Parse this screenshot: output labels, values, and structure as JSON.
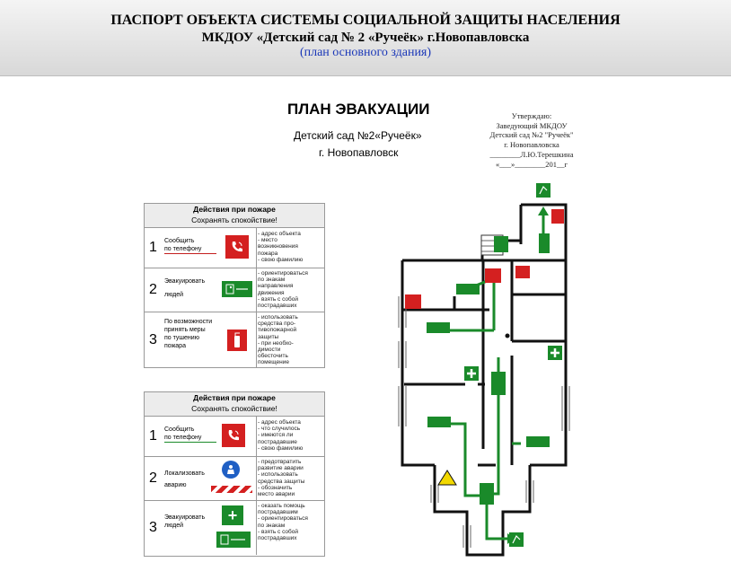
{
  "header": {
    "line1": "ПАСПОРТ ОБЪЕКТА СИСТЕМЫ СОЦИАЛЬНОЙ ЗАЩИТЫ НАСЕЛЕНИЯ",
    "line2": "МКДОУ «Детский сад № 2 «Ручеёк» г.Новопавловска",
    "line3": "(план основного здания)"
  },
  "plan": {
    "title": "ПЛАН ЭВАКУАЦИИ",
    "subtitle1": "Детский сад №2«Ручеёк»",
    "subtitle2": "г. Новопавловск"
  },
  "approval": {
    "l1": "Утверждаю:",
    "l2": "Заведующий МКДОУ",
    "l3": "Детский сад  №2 \"Ручеёк\"",
    "l4": "г. Новопавловска",
    "l5": "________Л.Ю.Терешкина",
    "l6": "«___»________201__г"
  },
  "panel1": {
    "title": "Действия при пожаре",
    "subtitle": "Сохранять спокойствие!",
    "rows": [
      {
        "num": "1",
        "l1": "Сообщить",
        "l2": "по телефону",
        "icon": "phone-icon",
        "d": [
          "- адрес объекта",
          "- место",
          "  возникновения",
          "  пожара",
          "- свою фамилию"
        ]
      },
      {
        "num": "2",
        "l1": "Эвакуировать",
        "l2": "людей",
        "icon": "exit-icon",
        "d": [
          "- ориентироваться",
          "  по знакам",
          "  направления",
          "  движения",
          "- взять с собой",
          "  пострадавших"
        ]
      },
      {
        "num": "3",
        "l1": "По возможности",
        "l2": "принять меры",
        "l3": "по тушению",
        "l4": "пожара",
        "icon": "extinguisher-icon",
        "d": [
          "- использовать",
          "  средства про-",
          "  тивопожарной",
          "  защиты",
          "- при необхо-",
          "  димости",
          "  обесточить",
          "  помещение"
        ]
      }
    ]
  },
  "panel2": {
    "title": "Действия при пожаре",
    "subtitle": "Сохранять спокойствие!",
    "rows": [
      {
        "num": "1",
        "l1": "Сообщить",
        "l2": "по телефону",
        "icon": "phone-icon",
        "d": [
          "- адрес объекта",
          "- что случилось",
          "- имеются ли",
          "  пострадавшие",
          "- свою фамилию"
        ]
      },
      {
        "num": "2",
        "l1": "Локализовать",
        "l2": "аварию",
        "icon": "protective-suit-icon",
        "d": [
          "- предотвратить",
          "  развитие аварии",
          "- использовать",
          "  средства защиты",
          "- обозначить",
          "  место аварии"
        ]
      },
      {
        "num": "3",
        "l1": "Эвакуировать",
        "l2": "людей",
        "icon": "first-aid-icon",
        "d": [
          "- оказать помощь",
          "  пострадавшим",
          "- ориентироваться",
          "  по знакам",
          "- взять с собой",
          "  пострадавших"
        ]
      }
    ]
  },
  "colors": {
    "green": "#1a8a2a",
    "red": "#d42020",
    "blue": "#1a37b8"
  }
}
